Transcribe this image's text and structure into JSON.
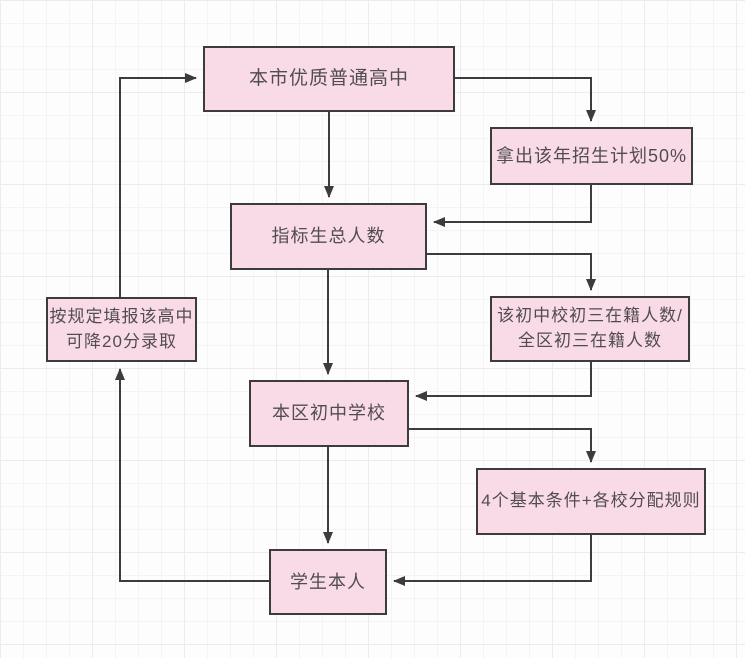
{
  "diagram": {
    "type": "flowchart",
    "language": "zh-CN",
    "nodes": {
      "city_high_school": {
        "label": "本市优质普通高中"
      },
      "enrollment_plan": {
        "label": "拿出该年招生计划50%"
      },
      "quota_total": {
        "label": "指标生总人数"
      },
      "enrollment_ratio": {
        "label": "该初中校初三在籍人数/\n全区初三在籍人数"
      },
      "preference_bonus": {
        "label": "按规定填报该高中\n可降20分录取"
      },
      "district_school": {
        "label": "本区初中学校"
      },
      "allocation_rules": {
        "label": "4个基本条件+各校分配规则"
      },
      "student": {
        "label": "学生本人"
      }
    },
    "edges": [
      {
        "from": "city_high_school",
        "to": "enrollment_plan"
      },
      {
        "from": "city_high_school",
        "to": "quota_total"
      },
      {
        "from": "enrollment_plan",
        "to": "quota_total"
      },
      {
        "from": "quota_total",
        "to": "enrollment_ratio"
      },
      {
        "from": "quota_total",
        "to": "district_school"
      },
      {
        "from": "enrollment_ratio",
        "to": "district_school"
      },
      {
        "from": "district_school",
        "to": "allocation_rules"
      },
      {
        "from": "district_school",
        "to": "student"
      },
      {
        "from": "allocation_rules",
        "to": "student"
      },
      {
        "from": "student",
        "to": "preference_bonus"
      },
      {
        "from": "preference_bonus",
        "to": "city_high_school"
      }
    ],
    "colors": {
      "node_fill": "#f9dbe8",
      "node_border": "#3d3b3d",
      "connector": "#3d3b3d",
      "text": "#524c52",
      "grid_line": "#ececec",
      "background": "#fdfdfd"
    }
  }
}
